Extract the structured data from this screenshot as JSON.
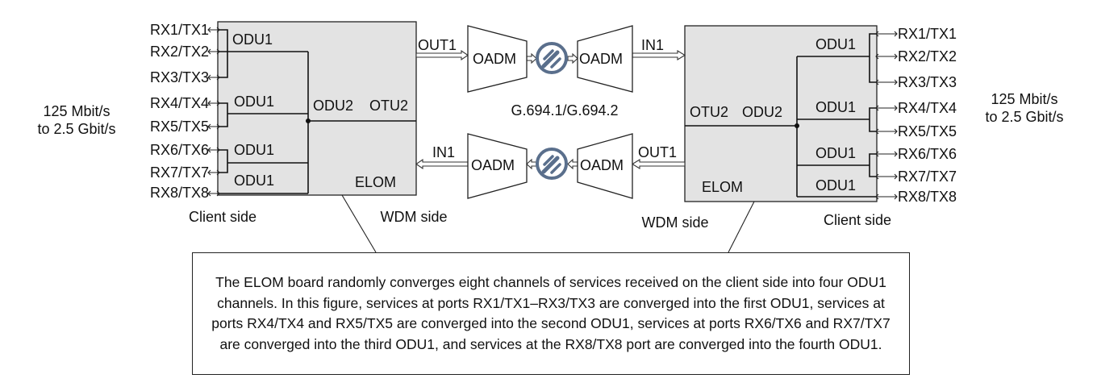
{
  "left_board": {
    "board_name": "ELOM",
    "ports": [
      "RX1/TX1",
      "RX2/TX2",
      "RX3/TX3",
      "RX4/TX4",
      "RX5/TX5",
      "RX6/TX6",
      "RX7/TX7",
      "RX8/TX8"
    ],
    "odu_labels": [
      "ODU1",
      "ODU1",
      "ODU1",
      "ODU1"
    ],
    "odu2_label": "ODU2",
    "otu2_label": "OTU2",
    "client_side_label": "Client side",
    "rate_line1": "125 Mbit/s",
    "rate_line2": "to 2.5 Gbit/s",
    "out_port": "OUT1",
    "in_port": "IN1",
    "wdm_side_label": "WDM side"
  },
  "right_board": {
    "board_name": "ELOM",
    "ports": [
      "RX1/TX1",
      "RX2/TX2",
      "RX3/TX3",
      "RX4/TX4",
      "RX5/TX5",
      "RX6/TX6",
      "RX7/TX7",
      "RX8/TX8"
    ],
    "odu_labels": [
      "ODU1",
      "ODU1",
      "ODU1",
      "ODU1"
    ],
    "odu2_label": "ODU2",
    "otu2_label": "OTU2",
    "client_side_label": "Client side",
    "rate_line1": "125 Mbit/s",
    "rate_line2": "to 2.5 Gbit/s",
    "out_port": "OUT1",
    "in_port": "IN1",
    "wdm_side_label": "WDM side"
  },
  "transport": {
    "oadm_label": "OADM",
    "standard_label": "G.694.1/G.694.2"
  },
  "note": "The ELOM board randomly converges eight channels of services received on the client side into four ODU1 channels. In this figure, services at ports RX1/TX1–RX3/TX3 are converged into the first ODU1, services at ports RX4/TX4 and RX5/TX5 are converged into the second ODU1, services at ports RX6/TX6 and RX7/TX7 are converged into the third ODU1, and services at the RX8/TX8 port are converged into the fourth ODU1.",
  "colors": {
    "board_fill": "#e3e3e3",
    "fiber_icon": "#5a6f8c"
  }
}
